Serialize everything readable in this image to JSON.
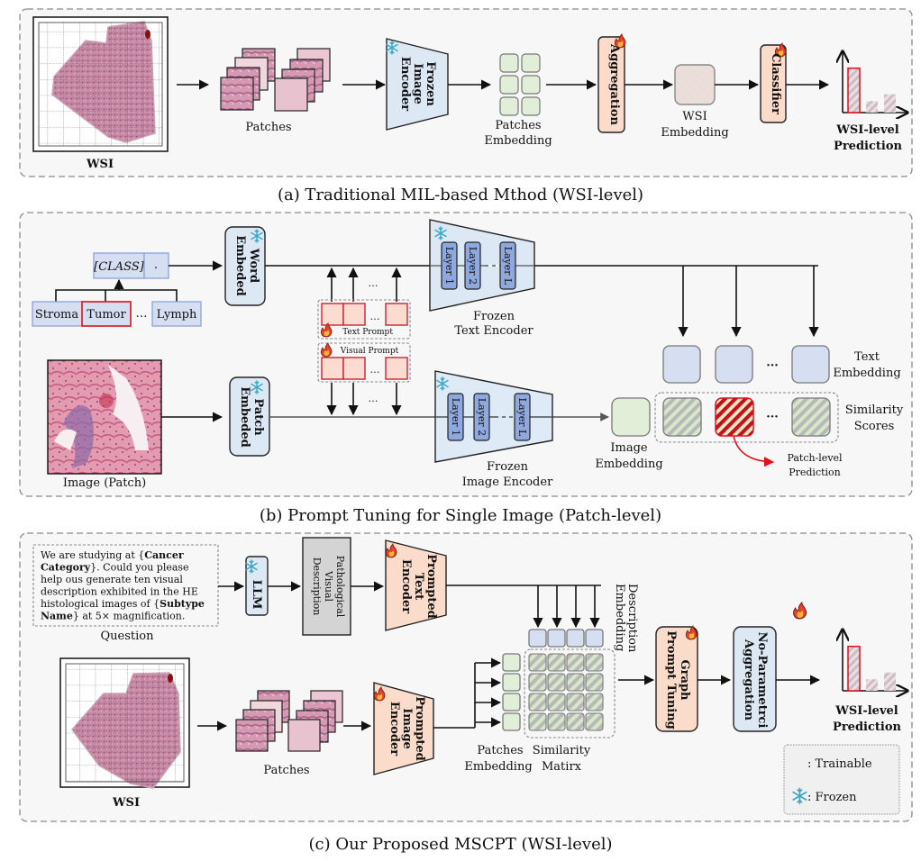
{
  "figure": {
    "panels": [
      {
        "id": "a",
        "caption": "(a) Traditional MIL-based Mthod (WSI-level)",
        "labels": {
          "wsi": "WSI",
          "patches": "Patches",
          "encoder": [
            "Frozen",
            "Image",
            "Encoder"
          ],
          "patches_embedding": [
            "Patches",
            "Embedding"
          ],
          "aggregation": "Aggregation",
          "wsi_embedding": [
            "WSI",
            "Embedding"
          ],
          "classifier": "Classifier",
          "prediction": [
            "WSI-level",
            "Prediction"
          ]
        },
        "prediction_bars": [
          0.85,
          0.22,
          0.35
        ]
      },
      {
        "id": "b",
        "caption": "(b) Prompt Tuning for Single Image (Patch-level)",
        "labels": {
          "class_token": "[CLASS]",
          "period_token": ".",
          "classes": [
            "Stroma",
            "Tumor",
            "…",
            "Lymph"
          ],
          "selected_class": "Tumor",
          "word_embed": [
            "Word",
            "Embeded"
          ],
          "patch_embed": [
            "Patch",
            "Embeded"
          ],
          "text_prompt": "Text Prompt",
          "visual_prompt": "Visual Prompt",
          "ellipsis": "…",
          "layers": [
            "Layer 1",
            "Layer 2",
            "Layer L"
          ],
          "text_encoder": [
            "Frozen",
            "Text Encoder"
          ],
          "image_encoder": [
            "Frozen",
            "Image Encoder"
          ],
          "image": "Image (Patch)",
          "image_embedding": [
            "Image",
            "Embedding"
          ],
          "text_embedding": [
            "Text",
            "Embedding"
          ],
          "similarity_scores": [
            "Similarity",
            "Scores"
          ],
          "patch_prediction": [
            "Patch-level",
            "Prediction"
          ],
          "dots": "···"
        }
      },
      {
        "id": "c",
        "caption": "(c) Our Proposed MSCPT (WSI-level)",
        "labels": {
          "question_lines": [
            [
              {
                "t": "We are studying at {",
                "b": false
              },
              {
                "t": "Cancer",
                "b": true
              }
            ],
            [
              {
                "t": "Category",
                "b": true
              },
              {
                "t": "}. Could you please",
                "b": false
              }
            ],
            [
              {
                "t": "help ous generate ten visual",
                "b": false
              }
            ],
            [
              {
                "t": "description exhibited in the HE",
                "b": false
              }
            ],
            [
              {
                "t": "histological images of {",
                "b": false
              },
              {
                "t": "Subtype",
                "b": true
              }
            ],
            [
              {
                "t": "Name",
                "b": true
              },
              {
                "t": "} at 5× magnification.",
                "b": false
              }
            ]
          ],
          "question": "Question",
          "llm": "LLM",
          "description_box": [
            "Pathological",
            "Visual",
            "Description"
          ],
          "prompted_text_encoder": [
            "Prompted",
            "Text",
            "Encoder"
          ],
          "prompted_image_encoder": [
            "Prompted",
            "Image",
            "Encoder"
          ],
          "description_embedding": [
            "Description",
            "Embedding"
          ],
          "wsi": "WSI",
          "patches": "Patches",
          "patches_embedding": [
            "Patches",
            "Embedding"
          ],
          "similarity_matrix": [
            "Similarity",
            "Matirx"
          ],
          "graph_prompt_tuning": [
            "Graph",
            "Prompt Tuning"
          ],
          "aggregation": [
            "No-Parametrci",
            "Aggregation"
          ],
          "prediction": [
            "WSI-level",
            "Prediction"
          ]
        },
        "prediction_bars": [
          0.85,
          0.22,
          0.35
        ],
        "legend": [
          {
            "icon": "flame-icon",
            "label": ": Trainable"
          },
          {
            "icon": "snowflake-icon",
            "label": ": Frozen"
          }
        ]
      }
    ],
    "colors": {
      "frozen": "#dce9f5",
      "trainable": "#fbdccb",
      "layer": "#8fa8de",
      "text_embedding": "#d6dff2",
      "image_embedding": "#e2efd8",
      "highlight": "#e0111b",
      "tissue": "#c98aa6"
    }
  }
}
